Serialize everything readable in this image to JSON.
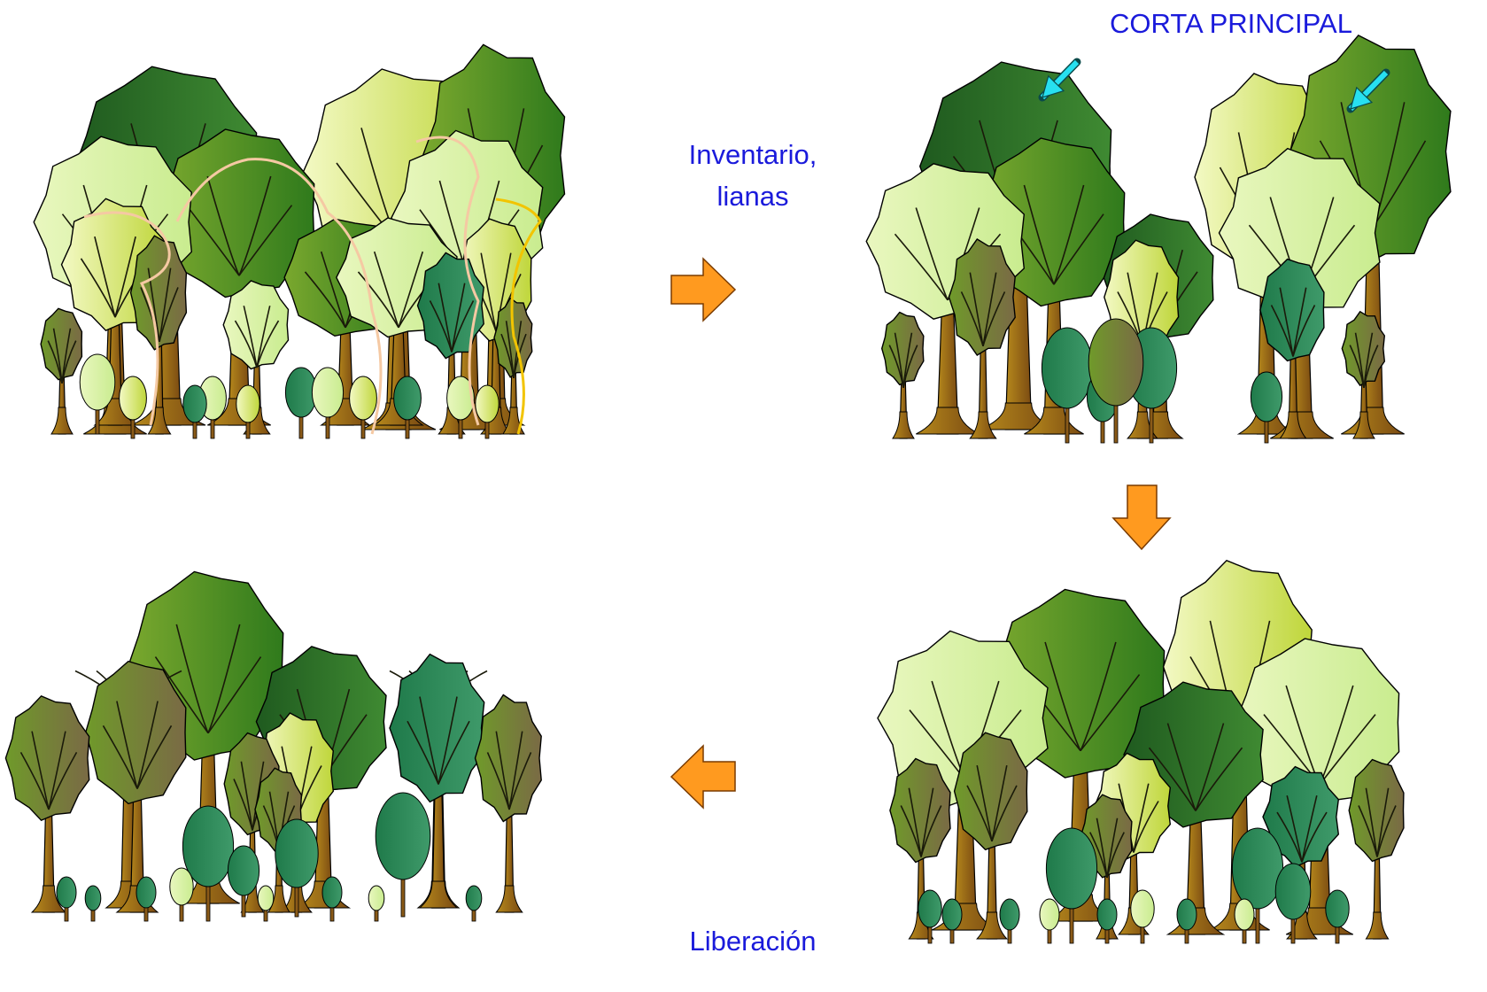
{
  "labels": {
    "corta_principal": "CORTA PRINCIPAL",
    "inventario_line1": "Inventario,",
    "inventario_line2": "lianas",
    "liberacion": "Liberación"
  },
  "colors": {
    "label_text": "#1a1adb",
    "arrow_fill": "#ff9a1f",
    "arrow_stroke": "#7a3b00",
    "cyan_arrow": "#27e0f0",
    "liana_pink": "#f5c9a3",
    "liana_yellow": "#f2c400"
  },
  "icons": {
    "step_arrow": "orange-block-arrow-icon",
    "target_arrow": "cyan-pointer-arrow-icon"
  }
}
